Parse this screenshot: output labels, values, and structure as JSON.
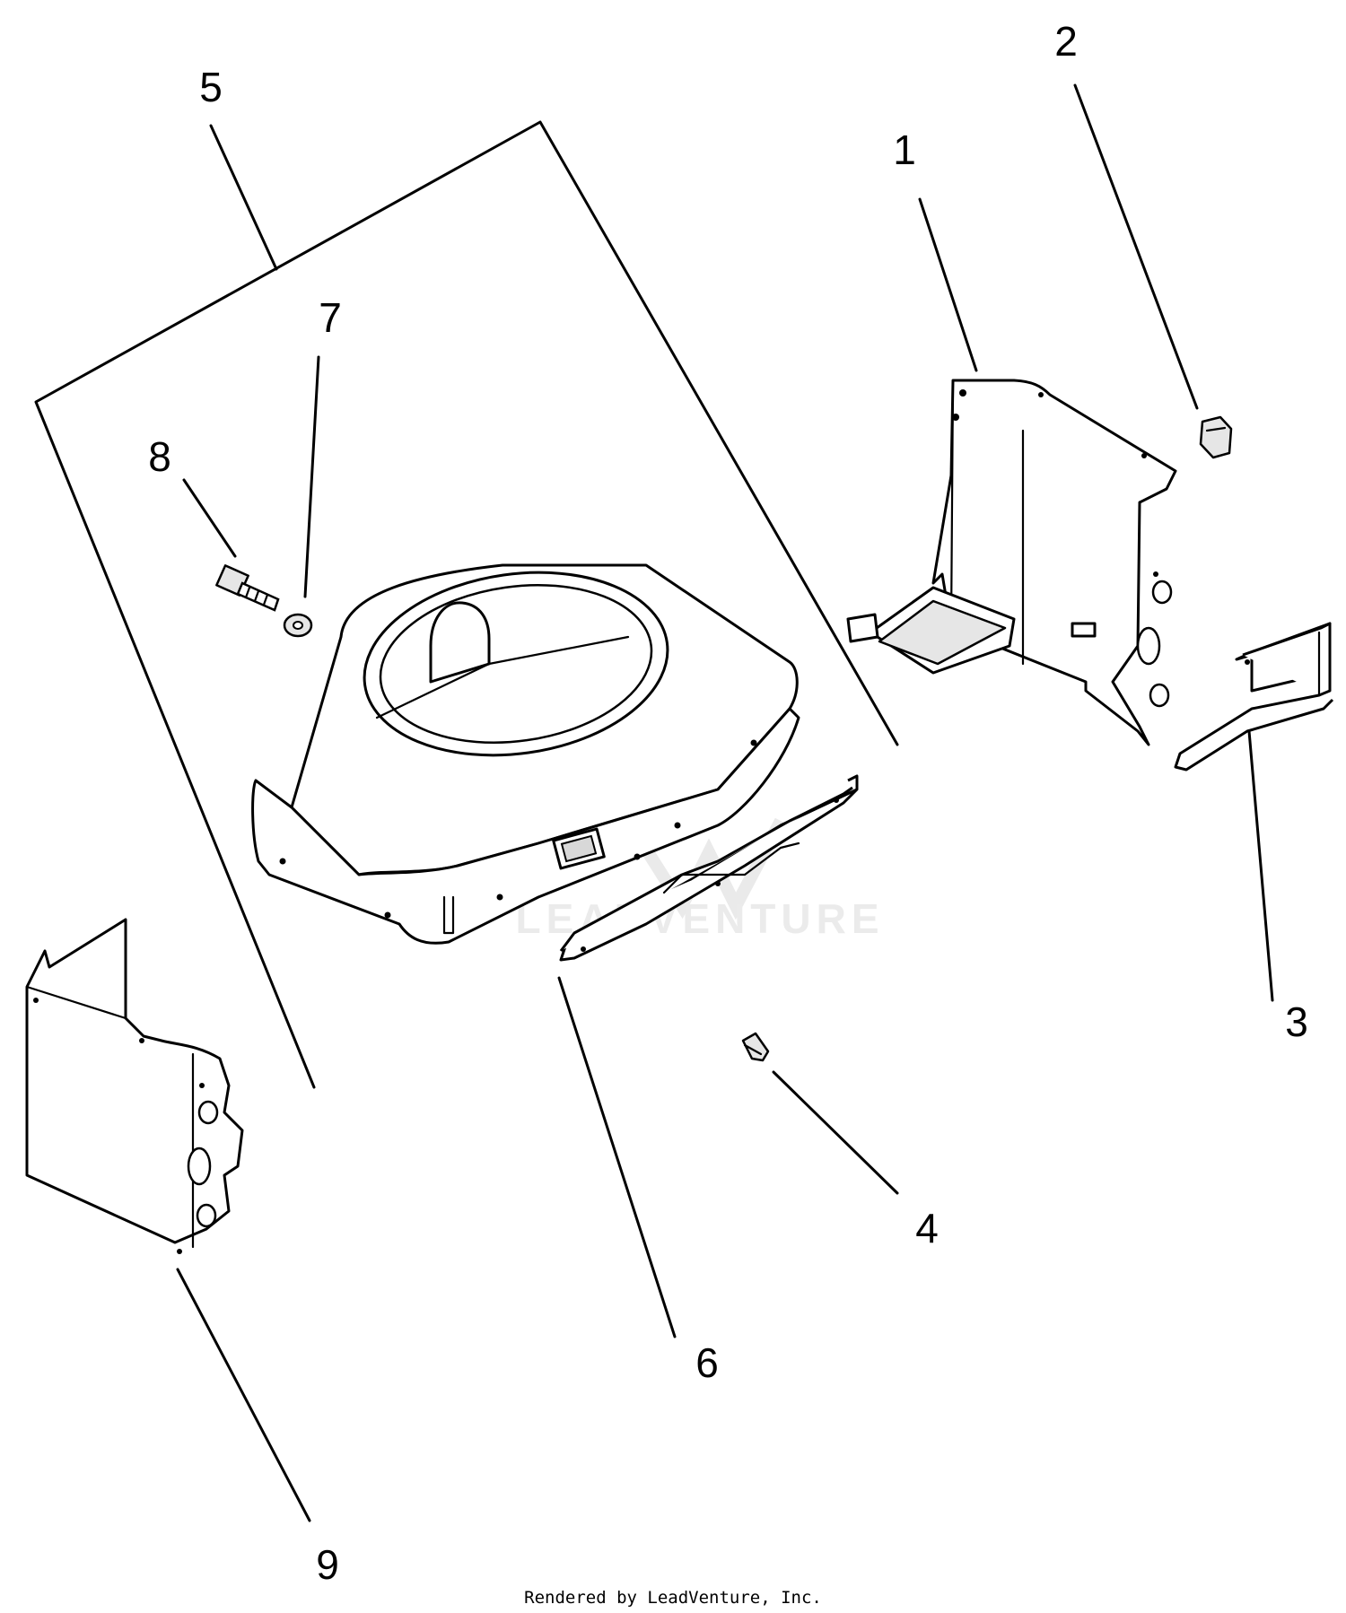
{
  "callouts": {
    "c1": "1",
    "c2": "2",
    "c3": "3",
    "c4": "4",
    "c5": "5",
    "c6": "6",
    "c7": "7",
    "c8": "8",
    "c9": "9"
  },
  "watermark": "LEADVENTURE",
  "credit": "Rendered by LeadVenture, Inc."
}
